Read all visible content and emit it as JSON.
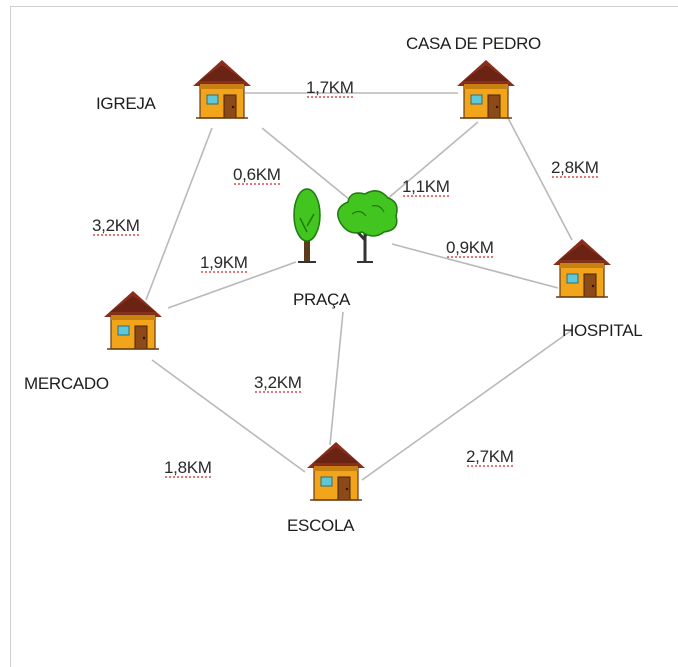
{
  "places": {
    "igreja": "IGREJA",
    "casa_de_pedro": "CASA DE PEDRO",
    "praca": "PRAÇA",
    "hospital": "HOSPITAL",
    "mercado": "MERCADO",
    "escola": "ESCOLA"
  },
  "distances": {
    "igreja_casa": "1,7KM",
    "igreja_praca": "0,6KM",
    "casa_praca": "1,1KM",
    "casa_hospital": "2,8KM",
    "igreja_mercado": "3,2KM",
    "mercado_praca": "1,9KM",
    "praca_hospital": "0,9KM",
    "praca_escola": "3,2KM",
    "mercado_escola": "1,8KM",
    "escola_hospital": "2,7KM"
  },
  "colors": {
    "edge": "#b9b9b9",
    "roof": "#8a2e1c",
    "wall": "#f2a51a",
    "window": "#5fc8d8",
    "tree": "#43c51f"
  },
  "icons": {
    "house": "house-icon",
    "trees": "trees-icon"
  }
}
